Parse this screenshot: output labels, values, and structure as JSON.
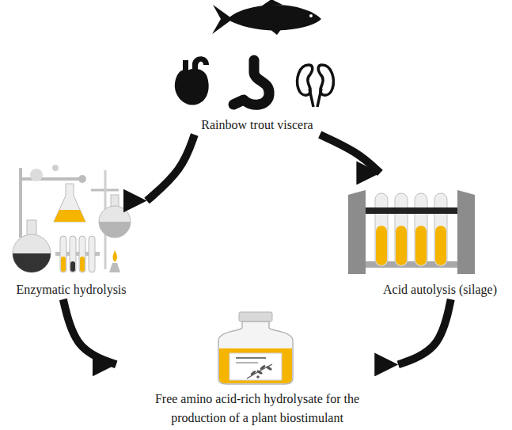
{
  "diagram": {
    "nodes": [
      {
        "text": [
          "Rainbow trout viscera"
        ]
      },
      {
        "text": [
          "Enzymatic hydrolysis"
        ]
      },
      {
        "text": [
          "Acid autolysis (silage)"
        ]
      },
      {
        "text": [
          "Free amino acid-rich hydrolysate for the production of a plant biostimulant"
        ]
      }
    ],
    "edges": [
      {
        "from": 0,
        "to": 1,
        "arrow": "to"
      },
      {
        "from": 0,
        "to": 2,
        "arrow": "to"
      },
      {
        "from": 1,
        "to": 3,
        "arrow": "to"
      },
      {
        "from": 2,
        "to": 3,
        "arrow": "to"
      }
    ]
  }
}
